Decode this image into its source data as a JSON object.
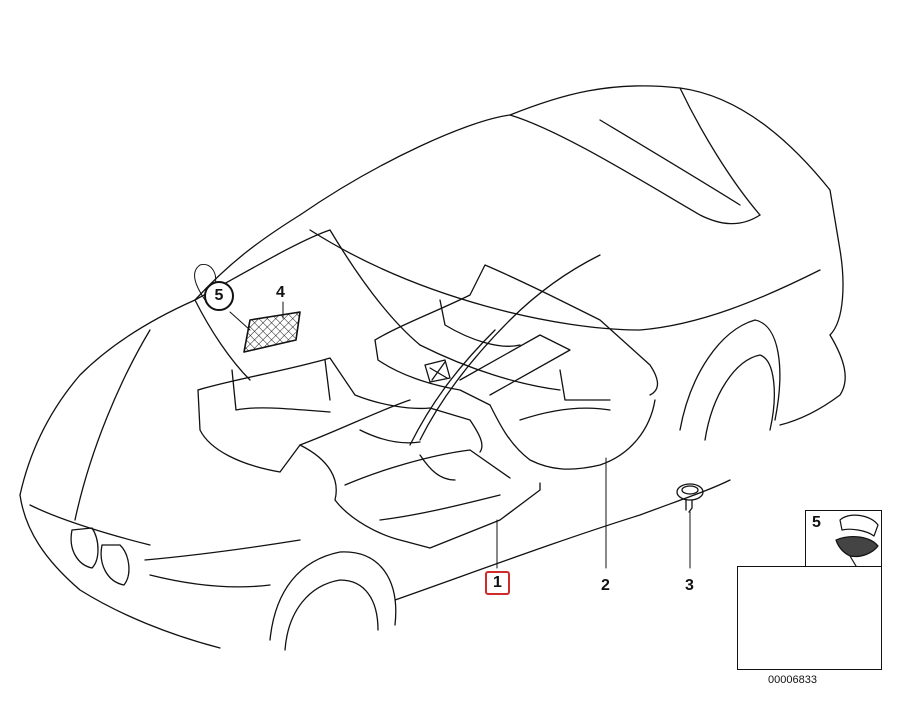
{
  "diagram": {
    "callouts": {
      "c1": "1",
      "c2": "2",
      "c3": "3",
      "c4": "4",
      "c5": "5",
      "c5_inset": "5"
    },
    "diagram_id": "00006833",
    "colors": {
      "line": "#111111",
      "highlight": "#d02a2a",
      "fill": "#ffffff"
    }
  }
}
